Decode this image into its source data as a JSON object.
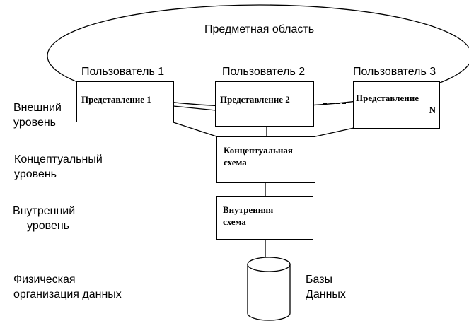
{
  "subject_area": "Предметная область",
  "users": [
    "Пользователь 1",
    "Пользователь 2",
    "Пользователь 3"
  ],
  "views": {
    "view1": "Представление 1",
    "view2": "Представление 2",
    "viewN_line1": "Представление",
    "viewN_line2": "N"
  },
  "levels": {
    "external_line1": "Внешний",
    "external_line2": "уровень",
    "conceptual_line1": "Концептуальный",
    "conceptual_line2": "уровень",
    "internal_line1": "Внутренний",
    "internal_line2": "уровень",
    "physical_line1": "Физическая",
    "physical_line2": "организация данных"
  },
  "conceptual_schema": {
    "line1": "Концептуальная",
    "line2": "схема"
  },
  "internal_schema": {
    "line1": "Внутренняя",
    "line2": "схема"
  },
  "database": {
    "line1": "Базы",
    "line2": "Данных"
  }
}
